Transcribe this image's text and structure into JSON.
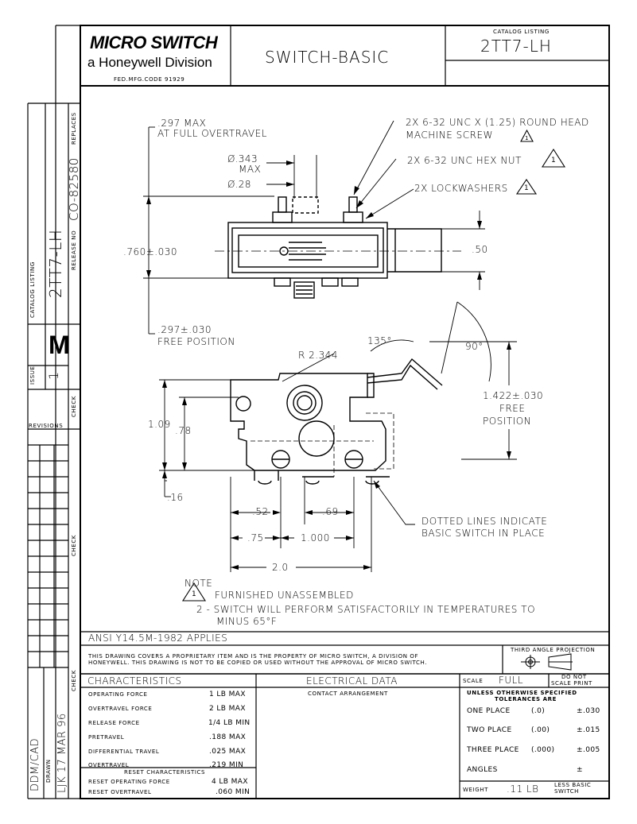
{
  "title_block": {
    "brand": "MICRO SWITCH",
    "division": "a Honeywell Division",
    "fed_code": "FED.MFG.CODE 91929",
    "title": "SWITCH-BASIC",
    "catalog_listing_label": "CATALOG LISTING",
    "catalog_number": "2TT7-LH"
  },
  "side_strip": {
    "replaces_label": "REPLACES",
    "release_label": "RELEASE NO",
    "release_no": "CO-82580",
    "catalog_listing_label": "CATALOG LISTING",
    "catalog_number": "2TT7-LH",
    "size_letter": "M",
    "issue_label": "ISSUE",
    "issue": "1",
    "check_label": "CHECK",
    "revisions_label": "REVISIONS",
    "check_label_2": "CHECK",
    "check_label_3": "CHECK",
    "date": "LJK 17 MAR 96",
    "drawn_label": "DRAWN",
    "cad": "DDM/CAD"
  },
  "callouts": {
    "c1a": ".297 MAX",
    "c1b": "AT FULL OVERTRAVEL",
    "c2a": "2X 6-32 UNC X (1.25) ROUND HEAD",
    "c2b": "MACHINE SCREW",
    "c2_flag": "1",
    "c3": "2X 6-32 UNC HEX NUT",
    "c3_flag": "1",
    "c4": "2X LOCKWASHERS",
    "c4_flag": "1",
    "dia1a": "Ø.343",
    "dia1b": "MAX",
    "dia2": "Ø.28",
    "dim760": ".760±.030",
    "dim50": ".50",
    "free1a": ".297±.030",
    "free1b": "FREE POSITION",
    "r": "R 2.344",
    "a135": "135°",
    "a90": "90°",
    "d1422a": "1.422±.030",
    "d1422b": "FREE",
    "d1422c": "POSITION",
    "d109": "1.09",
    "d78": ".78",
    "d16": ".16",
    "d52": ".52",
    "d69": ".69",
    "d75": ".75",
    "d1000": "1.000",
    "d20": "2.0",
    "dotted1": "DOTTED LINES INDICATE",
    "dotted2": "BASIC SWITCH IN PLACE"
  },
  "notes": {
    "title": "NOTE",
    "n1_flag": "1",
    "n1": "FURNISHED UNASSEMBLED",
    "n2a": "2 - SWITCH WILL PERFORM SATISFACTORILY IN TEMPERATURES TO",
    "n2b": "MINUS 65°F",
    "ansi": "ANSI Y14.5M-1982 APPLIES"
  },
  "proprietary": {
    "line1": "THIS DRAWING COVERS A PROPRIETARY ITEM AND IS THE PROPERTY OF MICRO SWITCH, A DIVISION OF",
    "line2": "HONEYWELL. THIS DRAWING IS NOT TO BE COPIED OR USED WITHOUT THE APPROVAL OF MICRO SWITCH.",
    "projection": "THIRD ANGLE PROJECTION"
  },
  "characteristics": {
    "header": "CHARACTERISTICS",
    "rows": [
      {
        "label": "OPERATING FORCE",
        "value": "1 LB MAX"
      },
      {
        "label": "OVERTRAVEL FORCE",
        "value": "2 LB MAX"
      },
      {
        "label": "RELEASE FORCE",
        "value": "1/4 LB MIN"
      },
      {
        "label": "PRETRAVEL",
        "value": ".188 MAX"
      },
      {
        "label": "DIFFERENTIAL TRAVEL",
        "value": ".025 MAX"
      },
      {
        "label": "OVERTRAVEL",
        "value": ".219 MIN"
      }
    ],
    "reset_header": "RESET CHARACTERISTICS",
    "reset_rows": [
      {
        "label": "RESET OPERATING FORCE",
        "value": "4 LB MAX"
      },
      {
        "label": "RESET OVERTRAVEL",
        "value": ".060 MIN"
      }
    ]
  },
  "electrical": {
    "header": "ELECTRICAL DATA",
    "contact": "CONTACT ARRANGEMENT"
  },
  "scale": {
    "label": "SCALE",
    "value": "FULL",
    "note1": "DO NOT",
    "note2": "SCALE PRINT"
  },
  "tolerances": {
    "header1": "UNLESS OTHERWISE SPECIFIED",
    "header2": "TOLERANCES ARE",
    "rows": [
      {
        "label": "ONE PLACE",
        "example": "(.0)",
        "tol": "±.030"
      },
      {
        "label": "TWO PLACE",
        "example": "(.00)",
        "tol": "±.015"
      },
      {
        "label": "THREE PLACE",
        "example": "(.000)",
        "tol": "±.005"
      },
      {
        "label": "ANGLES",
        "example": "",
        "tol": "±"
      }
    ],
    "weight_label": "WEIGHT",
    "weight": ".11 LB",
    "weight_note1": "LESS BASIC",
    "weight_note2": "SWITCH"
  }
}
